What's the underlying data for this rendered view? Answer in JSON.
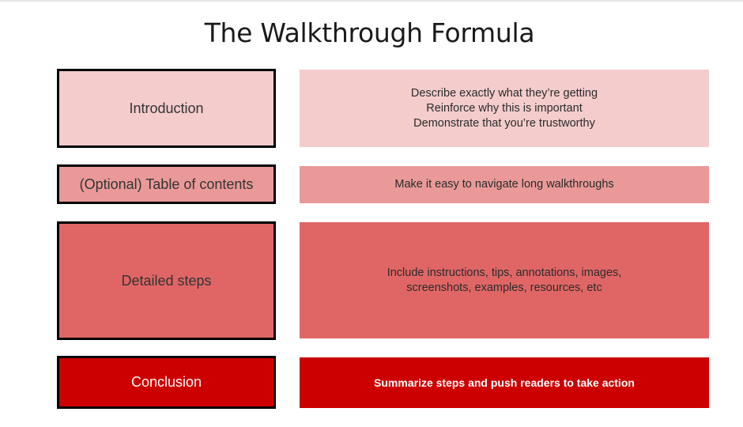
{
  "title": "The Walkthrough Formula",
  "colors": {
    "row1": "#f4cccc",
    "row2": "#ea9999",
    "row3": "#e06666",
    "row4": "#cc0000"
  },
  "rows": [
    {
      "label": "Introduction",
      "description": [
        "Describe exactly what they’re getting",
        "Reinforce why this is important",
        "Demonstrate that you’re trustworthy"
      ]
    },
    {
      "label": "(Optional) Table of contents",
      "description": [
        "Make it easy to navigate long walkthroughs"
      ]
    },
    {
      "label": "Detailed steps",
      "description": [
        "Include instructions, tips, annotations, images,",
        "screenshots, examples, resources, etc"
      ]
    },
    {
      "label": "Conclusion",
      "description": [
        "Summarize steps and push readers to take action"
      ]
    }
  ]
}
